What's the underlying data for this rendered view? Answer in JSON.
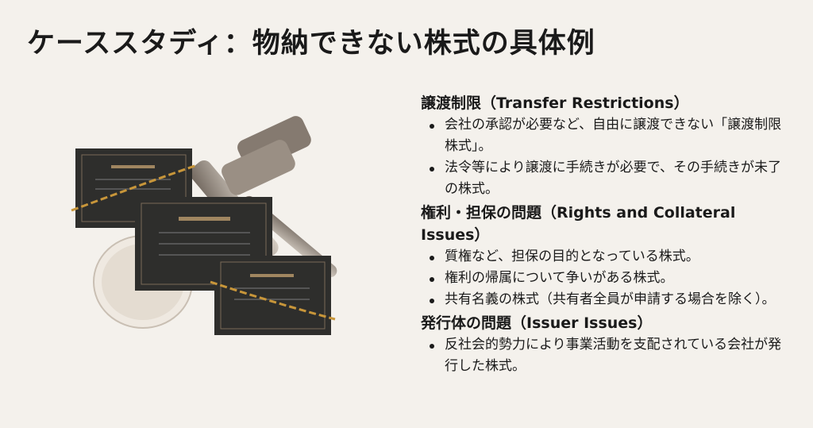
{
  "title": "ケーススタディ：物納できない株式の具体例",
  "sections": [
    {
      "heading": "譲渡制限（Transfer Restrictions）",
      "bullets": [
        "会社の承認が必要など、自由に譲渡できない「譲渡制限株式」。",
        "法令等により譲渡に手続きが必要で、その手続きが未了の株式。"
      ]
    },
    {
      "heading": "権利・担保の問題（Rights and Collateral Issues）",
      "bullets": [
        "質権など、担保の目的となっている株式。",
        "権利の帰属について争いがある株式。",
        "共有名義の株式（共有者全員が申請する場合を除く）。"
      ]
    },
    {
      "heading": "発行体の問題（Issuer Issues）",
      "bullets": [
        "反社会的勢力により事業活動を支配されている会社が発行した株式。"
      ]
    }
  ],
  "colors": {
    "background": "#f4f1ec",
    "certificate": "#2e2e2c",
    "chain": "#c8963a",
    "gavel": "#8a7f74"
  }
}
